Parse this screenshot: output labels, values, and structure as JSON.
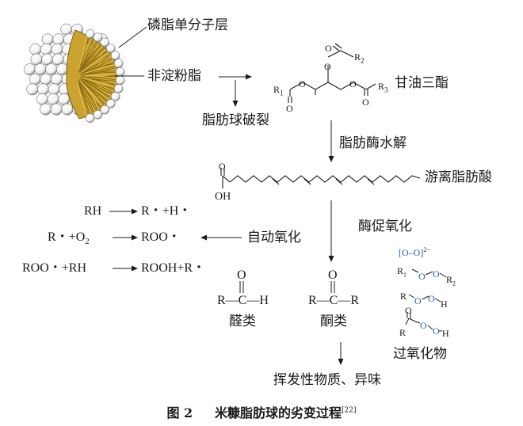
{
  "labels": {
    "phospholipid_layer": "磷脂单分子层",
    "nonstarch_lipid": "非淀粉脂",
    "globule_rupture": "脂肪球破裂",
    "triglyceride": "甘油三酯",
    "lipase_hydrolysis": "脂肪酶水解",
    "free_fatty_acid": "游离脂肪酸",
    "auto_oxidation": "自动氧化",
    "enzymatic_oxidation": "酶促氧化",
    "aldehydes": "醛类",
    "ketones": "酮类",
    "peroxides": "过氧化物",
    "volatiles": "挥发性物质、异味"
  },
  "chem": {
    "r1": "R",
    "r1_sub": "1",
    "r2": "R",
    "r2_sub": "2",
    "r3": "R",
    "r3_sub": "3",
    "o": "O",
    "oh": "OH"
  },
  "reactions": {
    "eq1_left": "RH",
    "eq1_right": "R・+H・",
    "eq2_left": "R・+O",
    "eq2_left_sub": "2",
    "eq2_right": "ROO・",
    "eq3_left": "ROO・+RH",
    "eq3_right": "ROOH+R・"
  },
  "carbonyl": {
    "ald_o": "O",
    "ald_formula": "R—C—H",
    "ket_o": "O",
    "ket_formula": "R—C—R"
  },
  "peroxide_list": {
    "p1": "[O–O]",
    "p1_sup": "2−",
    "p2_r": "R",
    "p2_r_sub": "1",
    "p2_o": "O",
    "p2_o2": "O",
    "p2_r2": "R",
    "p2_r2_sub": "2",
    "p3_r": "R",
    "p3_o": "O",
    "p3_o2": "O",
    "p3_h": "H",
    "p4_o": "O",
    "p4_r": "R",
    "p4_o2": "O",
    "p4_o3": "O",
    "p4_h": "H"
  },
  "caption": {
    "fig": "图 2",
    "title": "米糠脂肪球的劣变过程",
    "ref": "[22]"
  },
  "colors": {
    "line": "#1a1a1a",
    "oxygen_blue": "#1f5fb0",
    "lipid_gold": "#c9a22f",
    "lipid_dark": "#8a6a10",
    "phospholipid_head": "#ffffff"
  },
  "icons": [
    "lipid-globule-icon"
  ]
}
